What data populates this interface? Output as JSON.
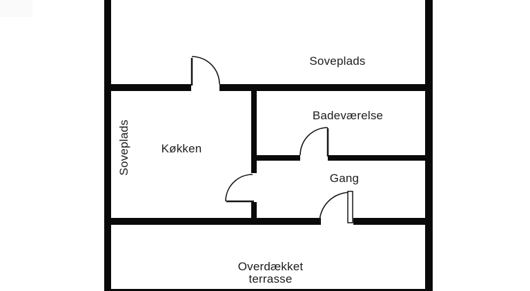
{
  "floorplan": {
    "background_color": "#ffffff",
    "wall_color": "#0a0a0a",
    "door_line_color": "#141414",
    "label_color": "#1c1c1c",
    "rooms": [
      {
        "id": "soveplads-top",
        "label": "Soveplads"
      },
      {
        "id": "soveplads-venstre",
        "label": "Soveplads",
        "orientation": "vertical"
      },
      {
        "id": "koekken",
        "label": "Køkken"
      },
      {
        "id": "badevaerelse",
        "label": "Badeværelse"
      },
      {
        "id": "gang",
        "label": "Gang"
      },
      {
        "id": "overdaekket-terrasse",
        "label": "Overdækket terrasse"
      }
    ]
  }
}
